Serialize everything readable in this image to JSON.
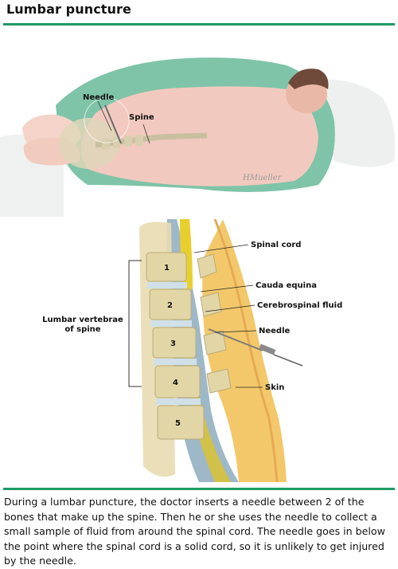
{
  "title": "Lumbar puncture",
  "figure_top": {
    "labels": {
      "needle": "Needle",
      "spine": "Spine"
    },
    "signature": "HMueller"
  },
  "figure_bottom": {
    "labels": {
      "spinal_cord": "Spinal cord",
      "cauda_equina": "Cauda equina",
      "csf": "Cerebrospinal fluid",
      "needle": "Needle",
      "skin": "Skin",
      "vertebrae_line1": "Lumbar vertebrae",
      "vertebrae_line2": "of spine"
    },
    "vertebra_numbers": [
      "1",
      "2",
      "3",
      "4",
      "5"
    ]
  },
  "caption": "During a lumbar puncture, the doctor inserts a needle between 2 of the bones that make up the spine. Then he or she uses the needle to collect a small sample of fluid from around the spinal cord. The needle goes in below the point where the spinal cord is a solid cord, so it is unlikely to get injured by the needle.",
  "colors": {
    "accent": "#1e9a63",
    "drape": "#7fc4a8",
    "skin": "#f2c9bf",
    "bone": "#e2d6a6",
    "cord": "#e9cf2e"
  }
}
